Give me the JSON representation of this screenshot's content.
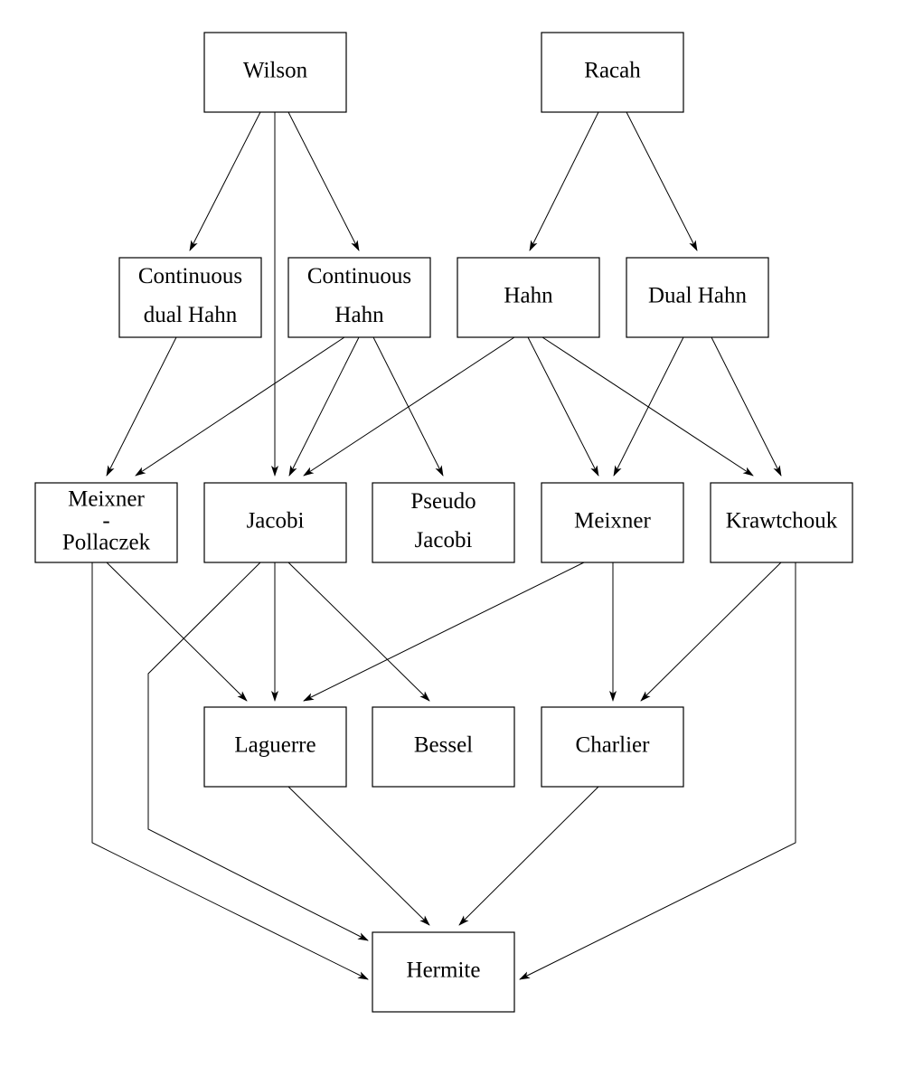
{
  "diagram": {
    "nodes": [
      {
        "id": "wilson",
        "lines": [
          "Wilson"
        ]
      },
      {
        "id": "racah",
        "lines": [
          "Racah"
        ]
      },
      {
        "id": "continuous-dual-hahn",
        "lines": [
          "Continuous",
          "dual Hahn"
        ]
      },
      {
        "id": "continuous-hahn",
        "lines": [
          "Continuous",
          "Hahn"
        ]
      },
      {
        "id": "hahn",
        "lines": [
          "Hahn"
        ]
      },
      {
        "id": "dual-hahn",
        "lines": [
          "Dual Hahn"
        ]
      },
      {
        "id": "meixner-pollaczek",
        "lines": [
          "Meixner",
          "-",
          "Pollaczek"
        ]
      },
      {
        "id": "jacobi",
        "lines": [
          "Jacobi"
        ]
      },
      {
        "id": "pseudo-jacobi",
        "lines": [
          "Pseudo",
          "Jacobi"
        ]
      },
      {
        "id": "meixner",
        "lines": [
          "Meixner"
        ]
      },
      {
        "id": "krawtchouk",
        "lines": [
          "Krawtchouk"
        ]
      },
      {
        "id": "laguerre",
        "lines": [
          "Laguerre"
        ]
      },
      {
        "id": "bessel",
        "lines": [
          "Bessel"
        ]
      },
      {
        "id": "charlier",
        "lines": [
          "Charlier"
        ]
      },
      {
        "id": "hermite",
        "lines": [
          "Hermite"
        ]
      }
    ],
    "edges": [
      {
        "from": "wilson",
        "to": "continuous-dual-hahn"
      },
      {
        "from": "wilson",
        "to": "jacobi"
      },
      {
        "from": "wilson",
        "to": "continuous-hahn"
      },
      {
        "from": "racah",
        "to": "hahn"
      },
      {
        "from": "racah",
        "to": "dual-hahn"
      },
      {
        "from": "continuous-dual-hahn",
        "to": "meixner-pollaczek"
      },
      {
        "from": "continuous-hahn",
        "to": "meixner-pollaczek"
      },
      {
        "from": "continuous-hahn",
        "to": "jacobi"
      },
      {
        "from": "continuous-hahn",
        "to": "pseudo-jacobi"
      },
      {
        "from": "hahn",
        "to": "jacobi"
      },
      {
        "from": "hahn",
        "to": "meixner"
      },
      {
        "from": "hahn",
        "to": "krawtchouk"
      },
      {
        "from": "dual-hahn",
        "to": "meixner"
      },
      {
        "from": "dual-hahn",
        "to": "krawtchouk"
      },
      {
        "from": "meixner-pollaczek",
        "to": "laguerre"
      },
      {
        "from": "meixner-pollaczek",
        "to": "hermite"
      },
      {
        "from": "jacobi",
        "to": "hermite"
      },
      {
        "from": "jacobi",
        "to": "laguerre"
      },
      {
        "from": "jacobi",
        "to": "bessel"
      },
      {
        "from": "meixner",
        "to": "laguerre"
      },
      {
        "from": "meixner",
        "to": "charlier"
      },
      {
        "from": "krawtchouk",
        "to": "charlier"
      },
      {
        "from": "krawtchouk",
        "to": "hermite"
      },
      {
        "from": "laguerre",
        "to": "hermite"
      },
      {
        "from": "charlier",
        "to": "hermite"
      }
    ]
  }
}
